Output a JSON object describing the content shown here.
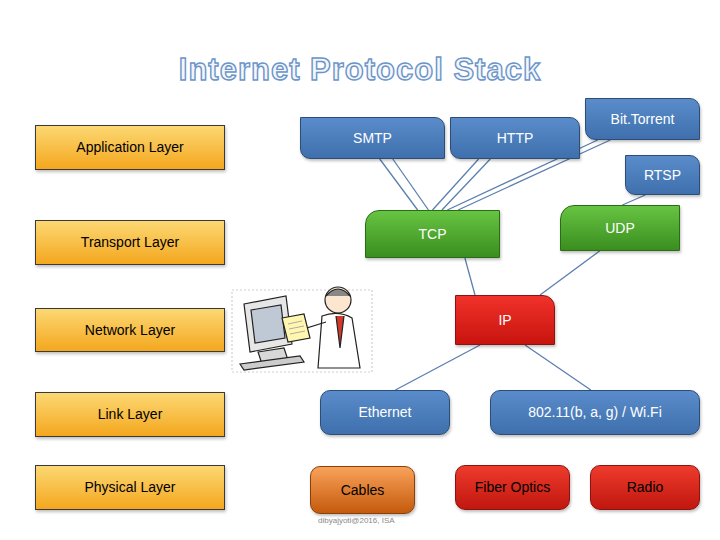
{
  "diagram": {
    "title": "Internet Protocol Stack",
    "nodes": [
      {
        "text": [
          "Application Layer"
        ]
      },
      {
        "text": [
          "SMTP"
        ]
      },
      {
        "text": [
          "HTTP"
        ]
      },
      {
        "text": [
          "Bit.Torrent"
        ]
      },
      {
        "text": [
          "RTSP"
        ]
      },
      {
        "text": [
          "Transport Layer"
        ]
      },
      {
        "text": [
          "TCP"
        ]
      },
      {
        "text": [
          "UDP"
        ]
      },
      {
        "text": [
          "Network Layer"
        ]
      },
      {
        "text": [
          "IP"
        ]
      },
      {
        "text": [
          "Link Layer"
        ]
      },
      {
        "text": [
          "Ethernet"
        ]
      },
      {
        "text": [
          "802.11(b, a, g) / Wi.Fi"
        ]
      },
      {
        "text": [
          "Physical Layer"
        ]
      },
      {
        "text": [
          "Cables"
        ]
      },
      {
        "text": [
          "Fiber Optics"
        ]
      },
      {
        "text": [
          "Radio"
        ]
      }
    ],
    "edges": [
      {
        "from": 1,
        "to": 6,
        "arrow": "none"
      },
      {
        "from": 1,
        "to": 6,
        "arrow": "none"
      },
      {
        "from": 2,
        "to": 6,
        "arrow": "none"
      },
      {
        "from": 2,
        "to": 6,
        "arrow": "none"
      },
      {
        "from": 3,
        "to": 6,
        "arrow": "none"
      },
      {
        "from": 3,
        "to": 6,
        "arrow": "none"
      },
      {
        "from": 4,
        "to": 7,
        "arrow": "none"
      },
      {
        "from": 6,
        "to": 9,
        "arrow": "none"
      },
      {
        "from": 7,
        "to": 9,
        "arrow": "none"
      },
      {
        "from": 9,
        "to": 11,
        "arrow": "none"
      },
      {
        "from": 9,
        "to": 12,
        "arrow": "none"
      }
    ],
    "labels": [
      "dibyajyoti@2016, ISA"
    ]
  }
}
